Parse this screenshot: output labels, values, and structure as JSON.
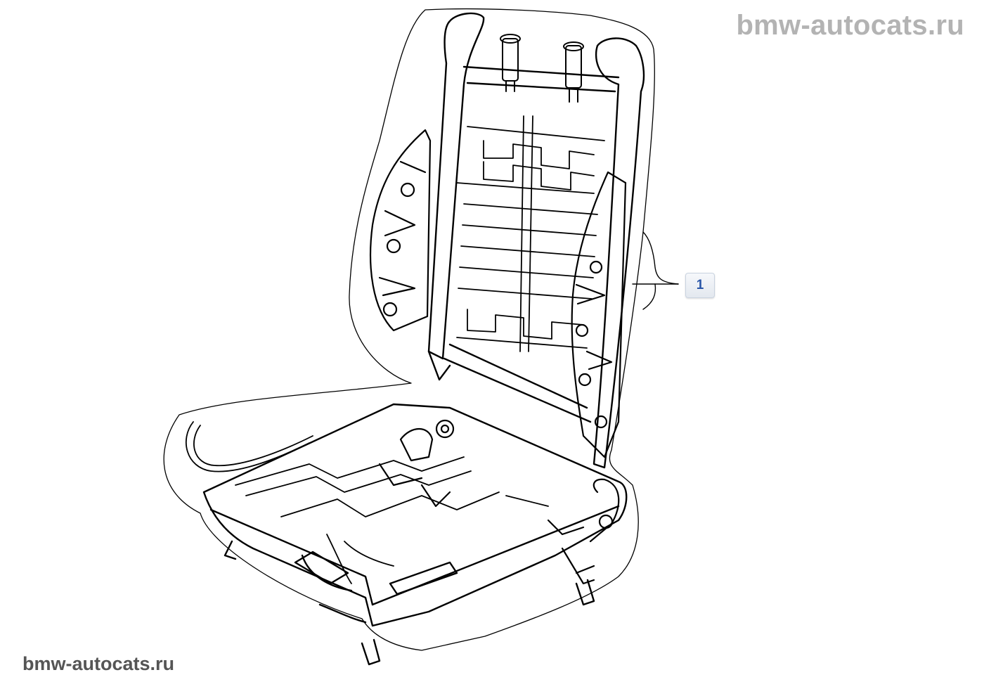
{
  "watermark": {
    "top": "bmw-autocats.ru",
    "bottom": "bmw-autocats.ru"
  },
  "callouts": [
    {
      "label": "1"
    }
  ],
  "colors": {
    "line": "#000000",
    "callout_text": "#2a56a8",
    "watermark": "#b3b3b3"
  },
  "illustration": {
    "icon": "seat-frame-drawing-icon"
  }
}
